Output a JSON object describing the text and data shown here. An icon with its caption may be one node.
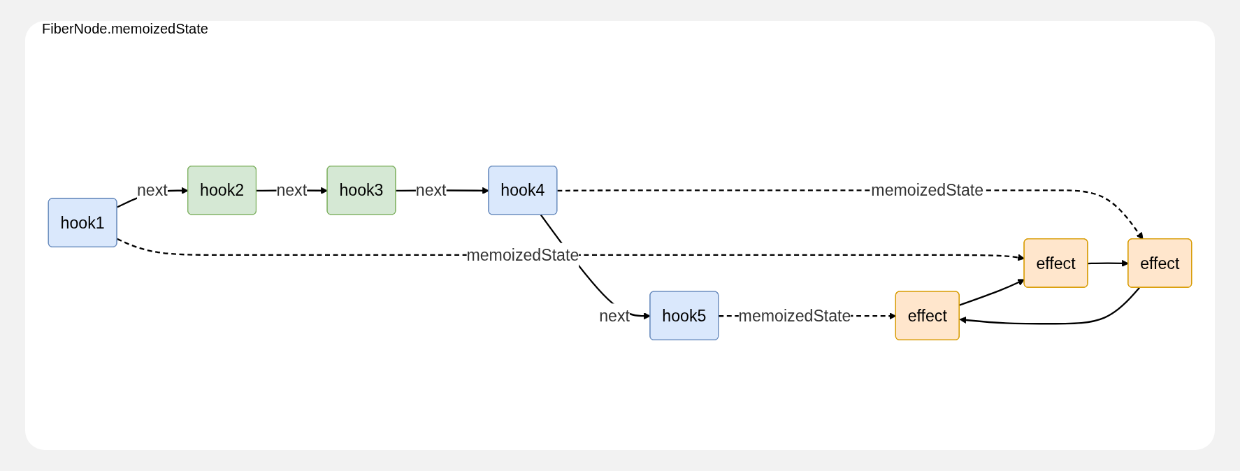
{
  "diagram": {
    "nodes": [
      {
        "text": [
          "hook1"
        ]
      },
      {
        "text": [
          "hook2"
        ]
      },
      {
        "text": [
          "hook3"
        ]
      },
      {
        "text": [
          "hook4"
        ]
      },
      {
        "text": [
          "hook5"
        ]
      },
      {
        "text": [
          "effect"
        ]
      },
      {
        "text": [
          "effect"
        ]
      },
      {
        "text": [
          "effect"
        ]
      }
    ],
    "edges": [
      {
        "from": 0,
        "to": 1,
        "arrow": "to",
        "label": "next"
      },
      {
        "from": 1,
        "to": 2,
        "arrow": "to",
        "label": "next"
      },
      {
        "from": 2,
        "to": 3,
        "arrow": "to",
        "label": "next"
      },
      {
        "from": 3,
        "to": 4,
        "arrow": "to",
        "label": "next"
      },
      {
        "from": 0,
        "to": 5,
        "arrow": "to",
        "label": "memoizedState",
        "style": "dashed"
      },
      {
        "from": 3,
        "to": 6,
        "arrow": "to",
        "label": "memoizedState",
        "style": "dashed"
      },
      {
        "from": 4,
        "to": 7,
        "arrow": "to",
        "label": "memoizedState",
        "style": "dashed"
      },
      {
        "from": 5,
        "to": 6,
        "arrow": "to"
      },
      {
        "from": 6,
        "to": 7,
        "arrow": "to"
      },
      {
        "from": 7,
        "to": 5,
        "arrow": "to"
      }
    ],
    "labels": [
      "FiberNode.memoizedState"
    ]
  }
}
